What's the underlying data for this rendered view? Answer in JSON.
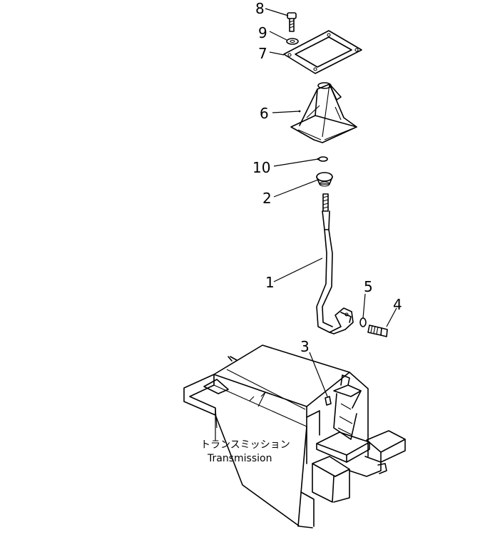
{
  "parts": [
    {
      "id": "1",
      "label": "1"
    },
    {
      "id": "2",
      "label": "2"
    },
    {
      "id": "3",
      "label": "3"
    },
    {
      "id": "4",
      "label": "4"
    },
    {
      "id": "5",
      "label": "5"
    },
    {
      "id": "6",
      "label": "6"
    },
    {
      "id": "7",
      "label": "7"
    },
    {
      "id": "8",
      "label": "8"
    },
    {
      "id": "9",
      "label": "9"
    },
    {
      "id": "10",
      "label": "10"
    }
  ],
  "caption": {
    "japanese": "トランスミッション",
    "english": "Transmission"
  }
}
